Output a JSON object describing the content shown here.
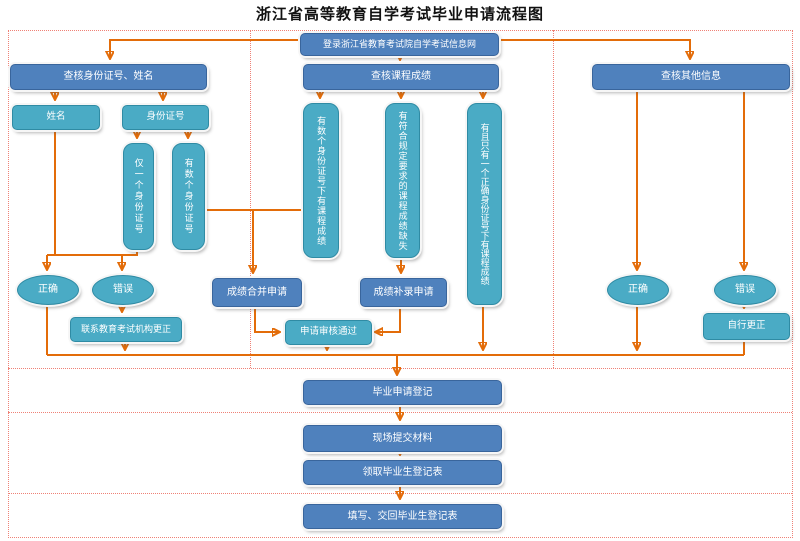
{
  "title": "浙江省高等教育自学考试毕业申请流程图",
  "colors": {
    "process_blue": "#4f81bd",
    "decision_teal": "#4aabc5",
    "connector_orange": "#e36c09",
    "divider_red": "#ef8176",
    "text": "#ffffff"
  },
  "nodes": {
    "login": {
      "label": "登录浙江省教育考试院自学考试信息网"
    },
    "check_id": {
      "label": "查核身份证号、姓名"
    },
    "check_course": {
      "label": "查核课程成绩"
    },
    "check_other": {
      "label": "查核其他信息"
    },
    "name": {
      "label": "姓名"
    },
    "id_number": {
      "label": "身份证号"
    },
    "only_one_id": {
      "label": "仅一个身份证号"
    },
    "several_ids": {
      "label": "有数个身份证号"
    },
    "scores_under_several_ids": {
      "label": "有数个身份证号下有课程成绩"
    },
    "required_scores_missing": {
      "label": "有符合规定要求的课程成绩缺失"
    },
    "scores_under_one_id": {
      "label": "有且只有一个正确身份证号下有课程成绩"
    },
    "correct_left": {
      "label": "正确"
    },
    "wrong_left": {
      "label": "错误"
    },
    "contact_fix": {
      "label": "联系教育考试机构更正"
    },
    "merge_request": {
      "label": "成绩合并申请"
    },
    "supplement_request": {
      "label": "成绩补录申请"
    },
    "review_passed": {
      "label": "申请审核通过"
    },
    "correct_right": {
      "label": "正确"
    },
    "wrong_right": {
      "label": "错误"
    },
    "self_correct": {
      "label": "自行更正"
    },
    "graduation_register": {
      "label": "毕业申请登记"
    },
    "submit_materials": {
      "label": "现场提交材料"
    },
    "collect_form": {
      "label": "领取毕业生登记表"
    },
    "fill_return_form": {
      "label": "填写、交回毕业生登记表"
    }
  },
  "edges": [
    {
      "from": "login",
      "to": "check_id"
    },
    {
      "from": "login",
      "to": "check_course"
    },
    {
      "from": "login",
      "to": "check_other"
    },
    {
      "from": "check_id",
      "to": "name"
    },
    {
      "from": "check_id",
      "to": "id_number"
    },
    {
      "from": "id_number",
      "to": "only_one_id"
    },
    {
      "from": "id_number",
      "to": "several_ids"
    },
    {
      "from": "name",
      "to": "correct_left"
    },
    {
      "from": "only_one_id",
      "to": "wrong_left"
    },
    {
      "from": "several_ids",
      "to": "scores_under_several_ids"
    },
    {
      "from": "several_ids",
      "to": "merge_request"
    },
    {
      "from": "check_course",
      "to": "scores_under_several_ids"
    },
    {
      "from": "check_course",
      "to": "required_scores_missing"
    },
    {
      "from": "check_course",
      "to": "scores_under_one_id"
    },
    {
      "from": "required_scores_missing",
      "to": "supplement_request"
    },
    {
      "from": "merge_request",
      "to": "review_passed"
    },
    {
      "from": "supplement_request",
      "to": "review_passed"
    },
    {
      "from": "wrong_left",
      "to": "contact_fix"
    },
    {
      "from": "check_other",
      "to": "correct_right"
    },
    {
      "from": "check_other",
      "to": "wrong_right"
    },
    {
      "from": "wrong_right",
      "to": "self_correct"
    },
    {
      "from": "correct_left",
      "to": "graduation_register"
    },
    {
      "from": "contact_fix",
      "to": "graduation_register"
    },
    {
      "from": "review_passed",
      "to": "graduation_register"
    },
    {
      "from": "scores_under_one_id",
      "to": "graduation_register"
    },
    {
      "from": "correct_right",
      "to": "graduation_register"
    },
    {
      "from": "self_correct",
      "to": "graduation_register"
    },
    {
      "from": "graduation_register",
      "to": "submit_materials"
    },
    {
      "from": "submit_materials",
      "to": "collect_form"
    },
    {
      "from": "collect_form",
      "to": "fill_return_form"
    }
  ]
}
